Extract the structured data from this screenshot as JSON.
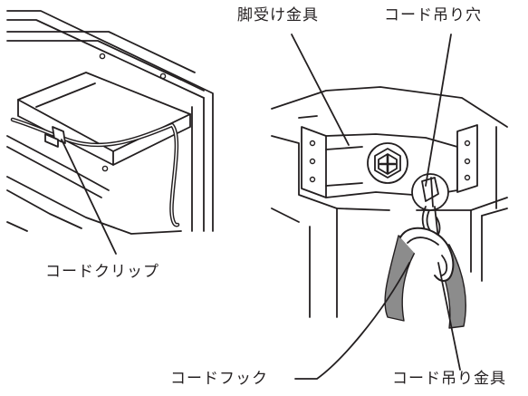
{
  "labels": {
    "foot_bracket": "脚受け金具",
    "cord_hole": "コード吊り穴",
    "cord_clip": "コードクリップ",
    "cord_hook": "コードフック",
    "cord_hanger": "コード吊り金具"
  },
  "colors": {
    "line": "#231f20",
    "shade": "#8c8c8c",
    "background": "#ffffff"
  }
}
